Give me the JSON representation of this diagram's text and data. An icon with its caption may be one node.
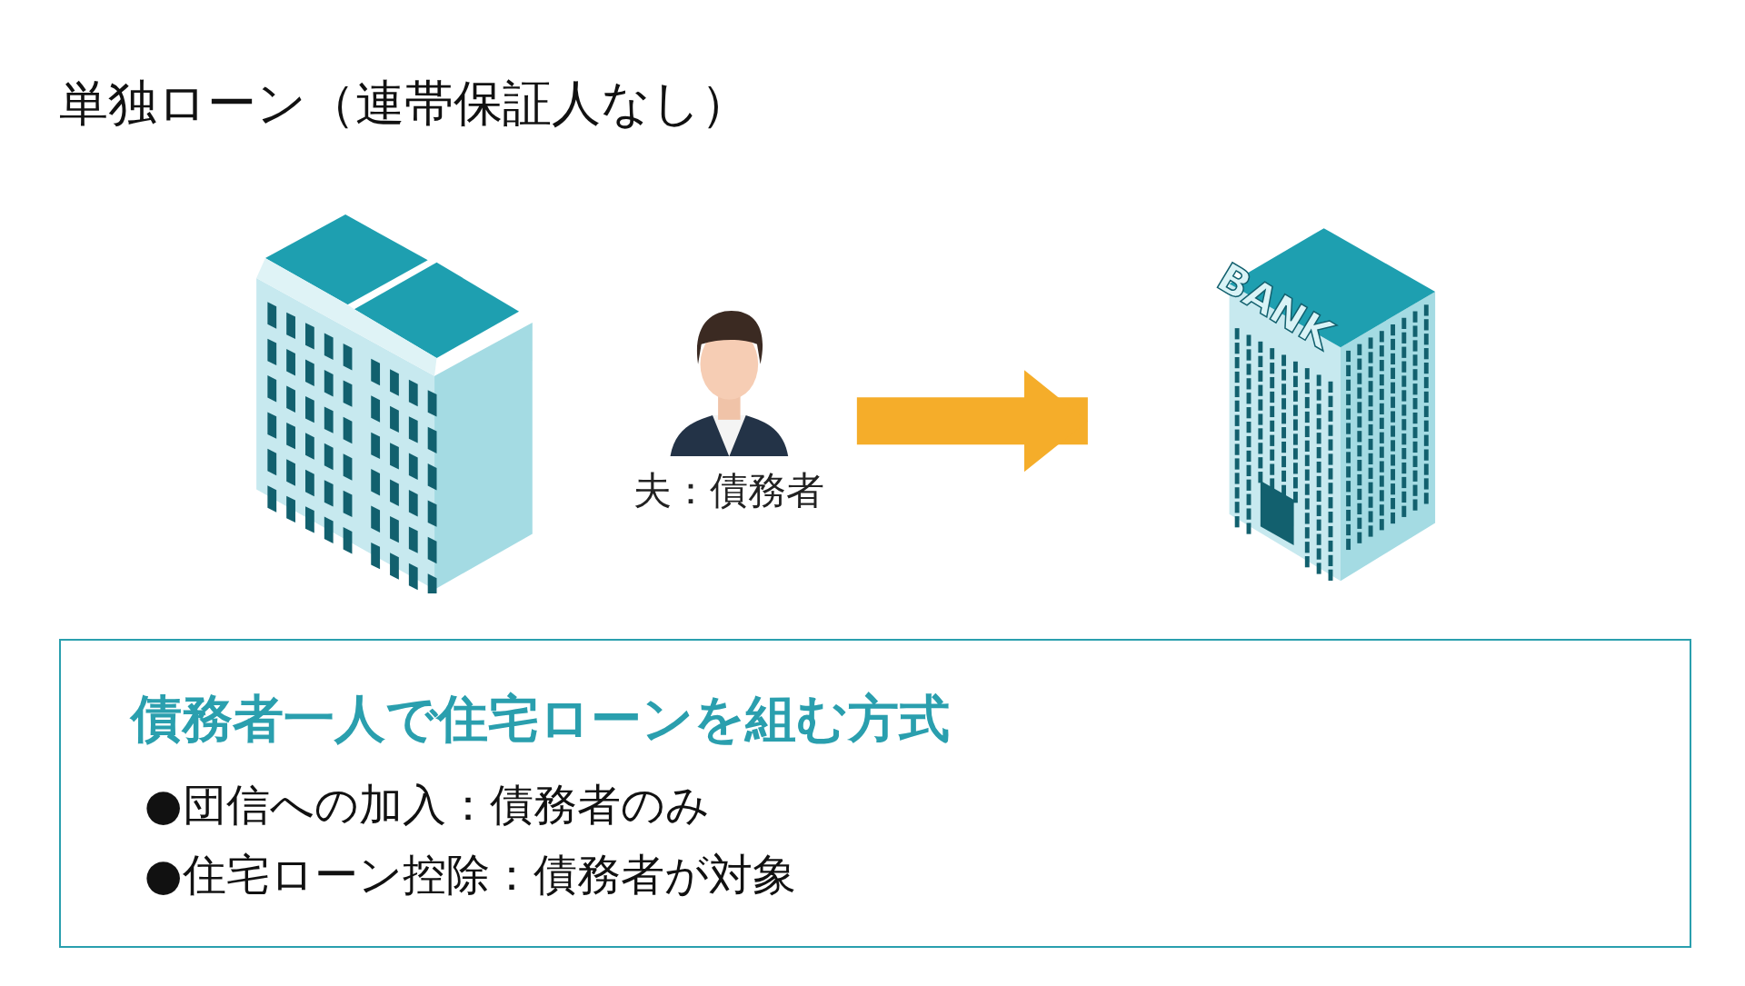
{
  "diagram": {
    "title": "単独ローン（連帯保証人なし）",
    "nodes": [
      {
        "text": [],
        "shape": "picture"
      },
      {
        "text": [
          "夫：債務者"
        ]
      },
      {
        "text": [
          "BANK"
        ]
      },
      {
        "text": [
          "債務者一人で住宅ローンを組む方式",
          "●団信への加入：債務者のみ",
          "●住宅ローン控除：債務者が対象"
        ]
      }
    ],
    "edges": [
      {
        "from": 1,
        "to": 2,
        "arrow": "to"
      }
    ]
  }
}
